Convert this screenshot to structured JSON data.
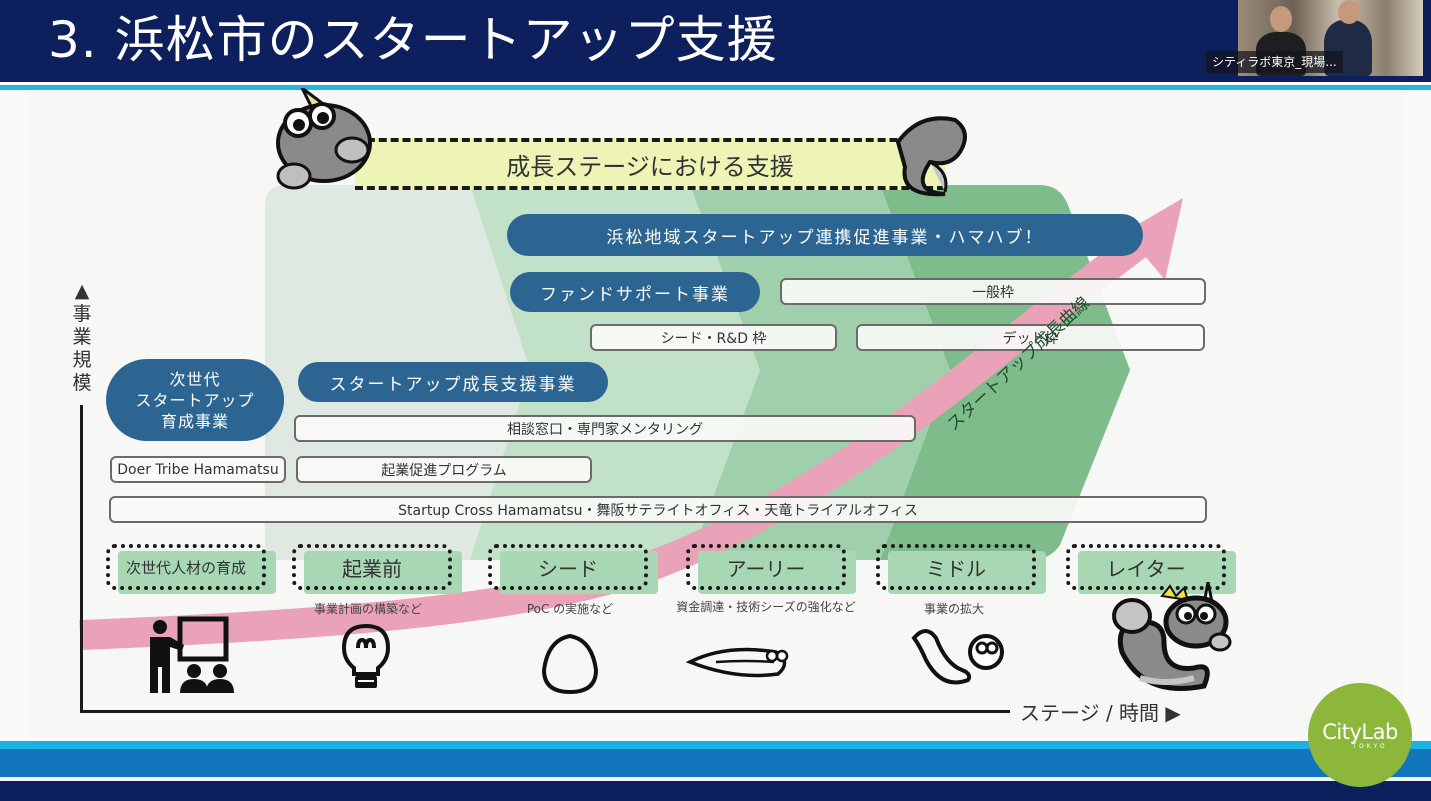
{
  "header": {
    "title": "3. 浜松市のスタートアップ支援"
  },
  "video_call": {
    "participant_label": "シティラボ東京_現場..."
  },
  "slide": {
    "banner_title": "成長ステージにおける支援",
    "y_axis_label": "▲事業規模",
    "x_axis_label": "ステージ / 時間 ▶",
    "growth_curve_label": "スタートアップ成長曲線",
    "programs": {
      "hamahub": "浜松地域スタートアップ連携促進事業・ハマハブ！",
      "fund_support": "ファンドサポート事業",
      "general_frame": "一般枠",
      "seed_rd_frame": "シード・R&D 枠",
      "debt_frame": "デット枠",
      "next_gen": [
        "次世代",
        "スタートアップ",
        "育成事業"
      ],
      "growth_support": "スタートアップ成長支援事業",
      "consult_mentoring": "相談窓口・専門家メンタリング",
      "doer_tribe": "Doer Tribe Hamamatsu",
      "entrepreneur_program": "起業促進プログラム",
      "offices": "Startup Cross Hamamatsu・舞阪サテライトオフィス・天竜トライアルオフィス"
    },
    "stages": [
      {
        "label": "次世代人材の育成",
        "note": "",
        "icon": "teacher-presentation-icon"
      },
      {
        "label": "起業前",
        "note": "事業計画の構築など",
        "icon": "lightbulb-icon"
      },
      {
        "label": "シード",
        "note": "PoC の実施など",
        "icon": "egg-icon"
      },
      {
        "label": "アーリー",
        "note": "資金調達・技術シーズの強化など",
        "icon": "tadpole-icon"
      },
      {
        "label": "ミドル",
        "note": "事業の拡大",
        "icon": "young-eel-icon"
      },
      {
        "label": "レイター",
        "note": "",
        "icon": "dragon-eel-mascot-icon"
      }
    ]
  },
  "logo": {
    "main": "CityLab",
    "sub": "TOKYO"
  },
  "colors": {
    "header_navy": "#0d1f5c",
    "accent_cyan": "#22b6dc",
    "pill_blue": "#2c6592",
    "stage_green": "#a8d7b4",
    "growth_pink": "#e8a0b5",
    "logo_green": "#8cb73b"
  }
}
